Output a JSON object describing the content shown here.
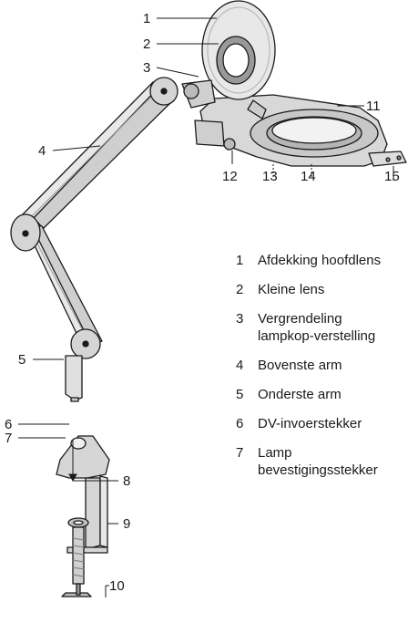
{
  "callouts": [
    "1",
    "2",
    "3",
    "4",
    "5",
    "6",
    "7",
    "8",
    "9",
    "10",
    "11",
    "12",
    "13",
    "14",
    "15"
  ],
  "legend": [
    {
      "num": "1",
      "text": "Afdekking hoofdlens"
    },
    {
      "num": "2",
      "text": "Kleine lens"
    },
    {
      "num": "3",
      "text": "Vergrendeling\nlampkop-verstelling"
    },
    {
      "num": "4",
      "text": "Bovenste arm"
    },
    {
      "num": "5",
      "text": "Onderste arm"
    },
    {
      "num": "6",
      "text": "DV-invoerstekker"
    },
    {
      "num": "7",
      "text": "Lamp\nbevestigingsstekker"
    }
  ]
}
